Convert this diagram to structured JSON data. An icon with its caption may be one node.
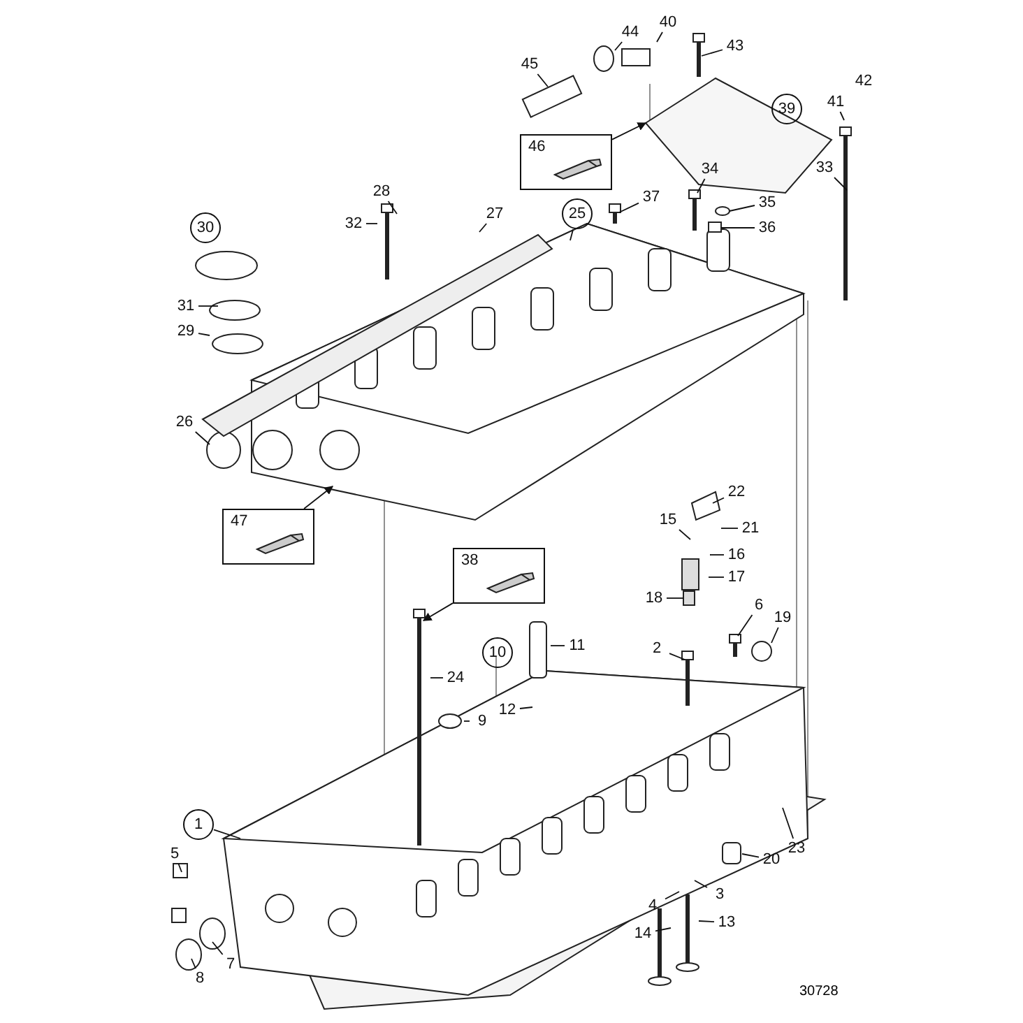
{
  "diagram": {
    "nodes": [
      {
        "text": [
          "1"
        ]
      },
      {
        "text": [
          "2"
        ]
      },
      {
        "text": [
          "3"
        ]
      },
      {
        "text": [
          "4"
        ]
      },
      {
        "text": [
          "5"
        ]
      },
      {
        "text": [
          "6"
        ]
      },
      {
        "text": [
          "7"
        ]
      },
      {
        "text": [
          "8"
        ]
      },
      {
        "text": [
          "9"
        ]
      },
      {
        "text": [
          "10"
        ]
      },
      {
        "text": [
          "11"
        ]
      },
      {
        "text": [
          "12"
        ]
      },
      {
        "text": [
          "13"
        ]
      },
      {
        "text": [
          "14"
        ]
      },
      {
        "text": [
          "15"
        ]
      },
      {
        "text": [
          "16"
        ]
      },
      {
        "text": [
          "17"
        ]
      },
      {
        "text": [
          "18"
        ]
      },
      {
        "text": [
          "19"
        ]
      },
      {
        "text": [
          "20"
        ]
      },
      {
        "text": [
          "21"
        ]
      },
      {
        "text": [
          "22"
        ]
      },
      {
        "text": [
          "23"
        ]
      },
      {
        "text": [
          "24"
        ]
      },
      {
        "text": [
          "25"
        ]
      },
      {
        "text": [
          "26"
        ]
      },
      {
        "text": [
          "27"
        ]
      },
      {
        "text": [
          "28"
        ]
      },
      {
        "text": [
          "29"
        ]
      },
      {
        "text": [
          "30"
        ]
      },
      {
        "text": [
          "31"
        ]
      },
      {
        "text": [
          "32"
        ]
      },
      {
        "text": [
          "33"
        ]
      },
      {
        "text": [
          "34"
        ]
      },
      {
        "text": [
          "35"
        ]
      },
      {
        "text": [
          "36"
        ]
      },
      {
        "text": [
          "37"
        ]
      },
      {
        "text": [
          "38"
        ]
      },
      {
        "text": [
          "39"
        ]
      },
      {
        "text": [
          "40"
        ]
      },
      {
        "text": [
          "41"
        ]
      },
      {
        "text": [
          "42"
        ]
      },
      {
        "text": [
          "43"
        ]
      },
      {
        "text": [
          "44"
        ]
      },
      {
        "text": [
          "45"
        ]
      },
      {
        "text": [
          "46"
        ]
      },
      {
        "text": [
          "47"
        ]
      }
    ],
    "edges": [
      {
        "from": 0,
        "to": null,
        "arrow": "none"
      },
      {
        "from": 1,
        "to": null,
        "arrow": "none"
      },
      {
        "from": 2,
        "to": null,
        "arrow": "none"
      },
      {
        "from": 3,
        "to": null,
        "arrow": "none"
      },
      {
        "from": 4,
        "to": null,
        "arrow": "none"
      },
      {
        "from": 5,
        "to": null,
        "arrow": "none"
      },
      {
        "from": 6,
        "to": null,
        "arrow": "none"
      },
      {
        "from": 7,
        "to": null,
        "arrow": "none"
      },
      {
        "from": 8,
        "to": null,
        "arrow": "none"
      },
      {
        "from": 10,
        "to": null,
        "arrow": "none"
      },
      {
        "from": 11,
        "to": null,
        "arrow": "none"
      },
      {
        "from": 12,
        "to": null,
        "arrow": "none"
      },
      {
        "from": 13,
        "to": null,
        "arrow": "none"
      },
      {
        "from": 14,
        "to": null,
        "arrow": "none"
      },
      {
        "from": 15,
        "to": null,
        "arrow": "none"
      },
      {
        "from": 16,
        "to": null,
        "arrow": "none"
      },
      {
        "from": 17,
        "to": null,
        "arrow": "none"
      },
      {
        "from": 18,
        "to": null,
        "arrow": "none"
      },
      {
        "from": 19,
        "to": null,
        "arrow": "none"
      },
      {
        "from": 20,
        "to": null,
        "arrow": "none"
      },
      {
        "from": 21,
        "to": null,
        "arrow": "none"
      },
      {
        "from": 22,
        "to": null,
        "arrow": "none"
      },
      {
        "from": 23,
        "to": null,
        "arrow": "none"
      },
      {
        "from": 24,
        "to": null,
        "arrow": "none"
      },
      {
        "from": 25,
        "to": null,
        "arrow": "none"
      },
      {
        "from": 26,
        "to": null,
        "arrow": "none"
      },
      {
        "from": 27,
        "to": null,
        "arrow": "none"
      },
      {
        "from": 28,
        "to": null,
        "arrow": "none"
      },
      {
        "from": 30,
        "to": null,
        "arrow": "none"
      },
      {
        "from": 31,
        "to": null,
        "arrow": "none"
      },
      {
        "from": 32,
        "to": null,
        "arrow": "none"
      },
      {
        "from": 33,
        "to": null,
        "arrow": "none"
      },
      {
        "from": 34,
        "to": null,
        "arrow": "none"
      },
      {
        "from": 35,
        "to": null,
        "arrow": "none"
      },
      {
        "from": 36,
        "to": null,
        "arrow": "none"
      },
      {
        "from": 37,
        "to": null,
        "arrow": "to"
      },
      {
        "from": 39,
        "to": null,
        "arrow": "none"
      },
      {
        "from": 40,
        "to": null,
        "arrow": "none"
      },
      {
        "from": 42,
        "to": null,
        "arrow": "none"
      },
      {
        "from": 43,
        "to": null,
        "arrow": "none"
      },
      {
        "from": 44,
        "to": null,
        "arrow": "none"
      },
      {
        "from": 45,
        "to": null,
        "arrow": "to"
      },
      {
        "from": 46,
        "to": null,
        "arrow": "to"
      }
    ],
    "labels": [
      "30728"
    ]
  }
}
